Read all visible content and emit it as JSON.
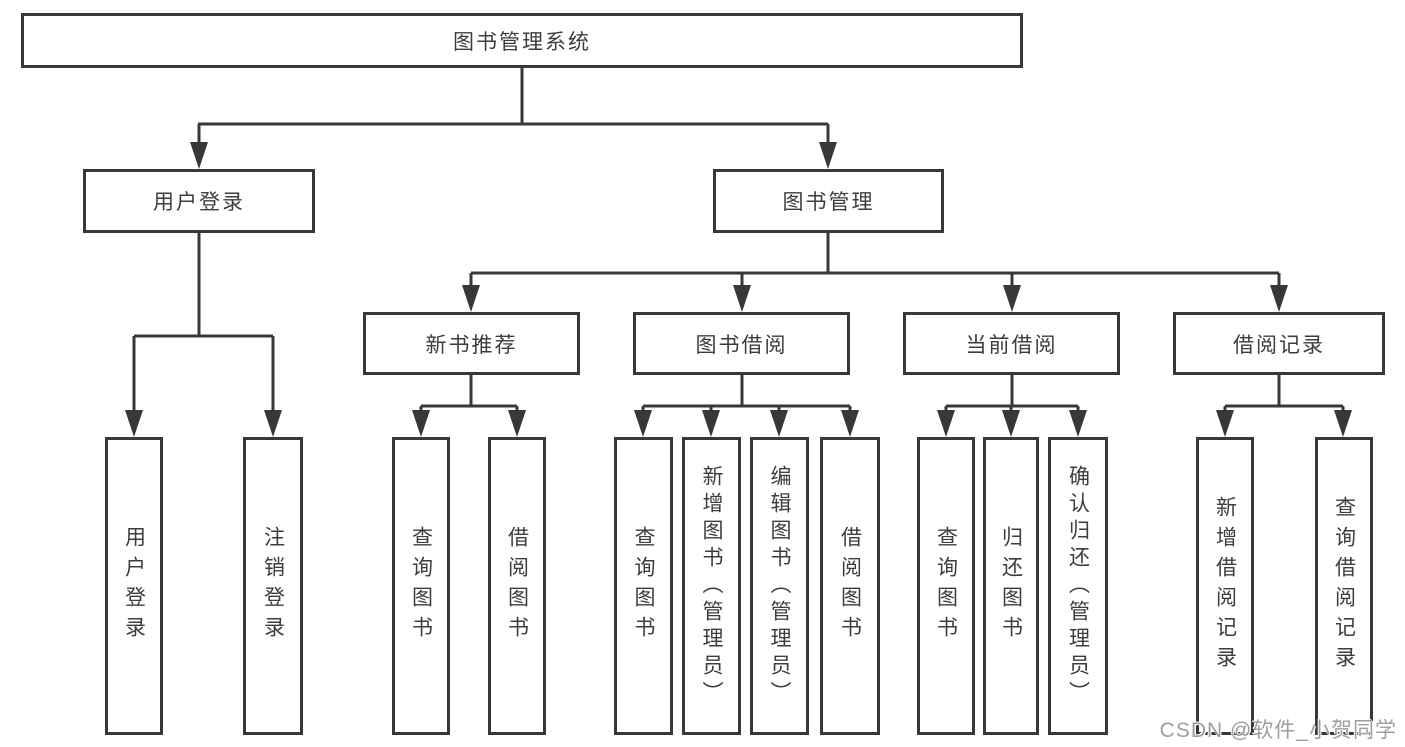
{
  "diagram_title": "图书管理系统",
  "tree": {
    "label": "图书管理系统",
    "children": [
      {
        "label": "用户登录",
        "children": [
          {
            "label": "用户登录"
          },
          {
            "label": "注销登录"
          }
        ]
      },
      {
        "label": "图书管理",
        "children": [
          {
            "label": "新书推荐",
            "children": [
              {
                "label": "查询图书"
              },
              {
                "label": "借阅图书"
              }
            ]
          },
          {
            "label": "图书借阅",
            "children": [
              {
                "label": "查询图书"
              },
              {
                "label": "新增图书（管理员）"
              },
              {
                "label": "编辑图书（管理员）"
              },
              {
                "label": "借阅图书"
              }
            ]
          },
          {
            "label": "当前借阅",
            "children": [
              {
                "label": "查询图书"
              },
              {
                "label": "归还图书"
              },
              {
                "label": "确认归还（管理员）"
              }
            ]
          },
          {
            "label": "借阅记录",
            "children": [
              {
                "label": "新增借阅记录"
              },
              {
                "label": "查询借阅记录"
              }
            ]
          }
        ]
      }
    ]
  },
  "watermark": "CSDN @软件_小贺同学",
  "colors": {
    "line": "#383838",
    "box_border": "#383838",
    "text": "#3d3d3d",
    "watermark": "#9e9e9e",
    "background": "#ffffff"
  }
}
